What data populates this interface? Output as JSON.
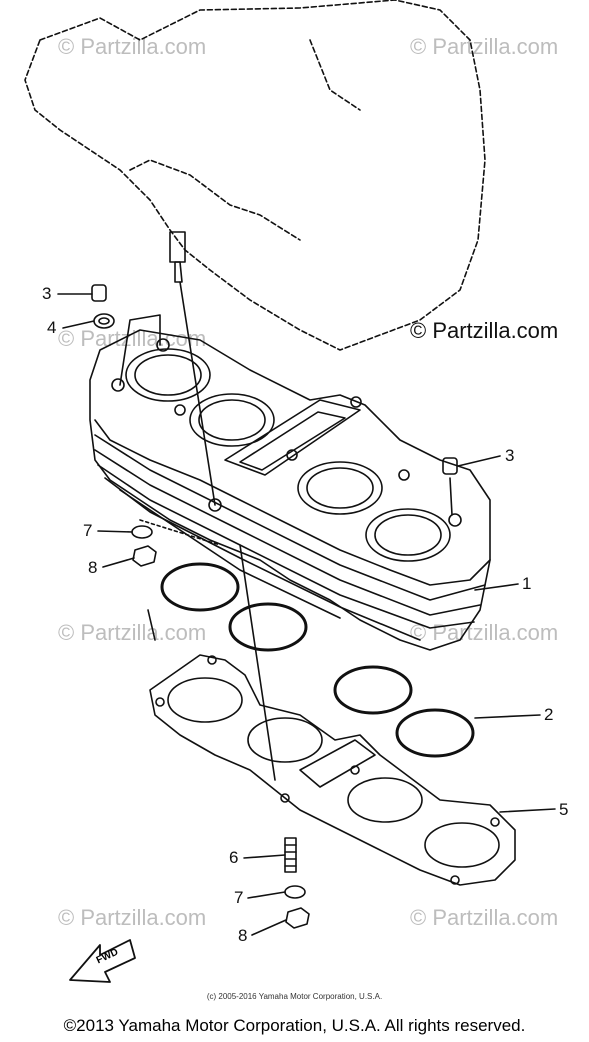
{
  "watermark": "© Partzilla.com",
  "brand_watermark": "© Partzilla.com",
  "fwd_label": "FWD",
  "callouts": {
    "c1": "1",
    "c2": "2",
    "c3a": "3",
    "c3b": "3",
    "c4": "4",
    "c5": "5",
    "c6": "6",
    "c7a": "7",
    "c7b": "7",
    "c8a": "8",
    "c8b": "8"
  },
  "copyright_small": "(c) 2005-2016 Yamaha Motor Corporation, U.S.A.",
  "copyright_main": "©2013 Yamaha Motor Corporation, U.S.A. All rights reserved."
}
